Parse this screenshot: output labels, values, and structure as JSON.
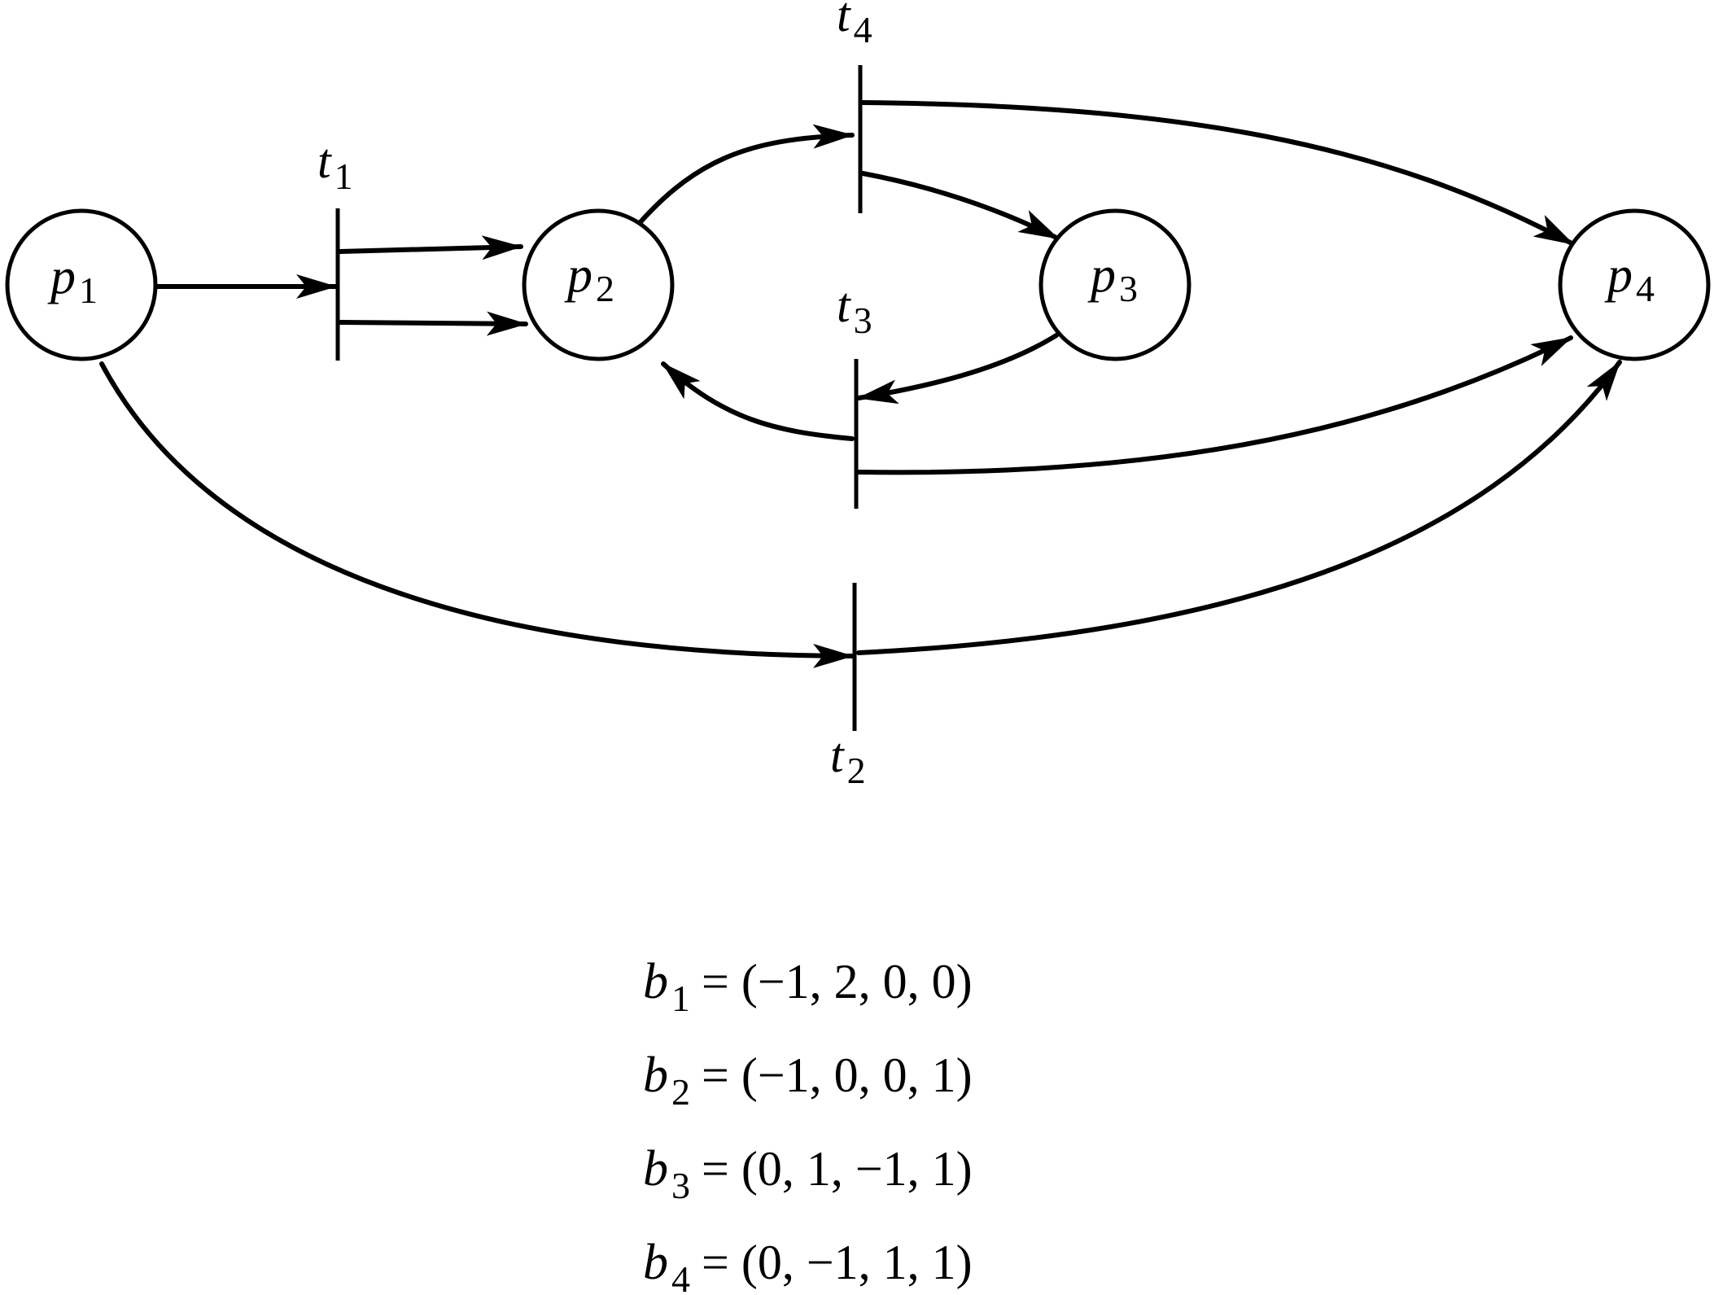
{
  "places": [
    {
      "id": "p1",
      "base": "p",
      "sub": "1"
    },
    {
      "id": "p2",
      "base": "p",
      "sub": "2"
    },
    {
      "id": "p3",
      "base": "p",
      "sub": "3"
    },
    {
      "id": "p4",
      "base": "p",
      "sub": "4"
    }
  ],
  "transitions": [
    {
      "id": "t1",
      "base": "t",
      "sub": "1"
    },
    {
      "id": "t2",
      "base": "t",
      "sub": "2"
    },
    {
      "id": "t3",
      "base": "t",
      "sub": "3"
    },
    {
      "id": "t4",
      "base": "t",
      "sub": "4"
    }
  ],
  "arcs": [
    {
      "from": "p1",
      "to": "t1"
    },
    {
      "from": "t1",
      "to": "p2"
    },
    {
      "from": "t1",
      "to": "p2"
    },
    {
      "from": "p2",
      "to": "t4"
    },
    {
      "from": "t4",
      "to": "p3"
    },
    {
      "from": "t4",
      "to": "p4"
    },
    {
      "from": "p3",
      "to": "t3"
    },
    {
      "from": "t3",
      "to": "p2"
    },
    {
      "from": "t3",
      "to": "p4"
    },
    {
      "from": "p1",
      "to": "t2"
    },
    {
      "from": "t2",
      "to": "p4"
    }
  ],
  "equations": [
    {
      "base": "b",
      "sub": "1",
      "rhs": "= (−1, 2, 0, 0)"
    },
    {
      "base": "b",
      "sub": "2",
      "rhs": "= (−1, 0, 0, 1)"
    },
    {
      "base": "b",
      "sub": "3",
      "rhs": "= (0, 1, −1, 1)"
    },
    {
      "base": "b",
      "sub": "4",
      "rhs": "= (0, −1, 1, 1)"
    }
  ]
}
